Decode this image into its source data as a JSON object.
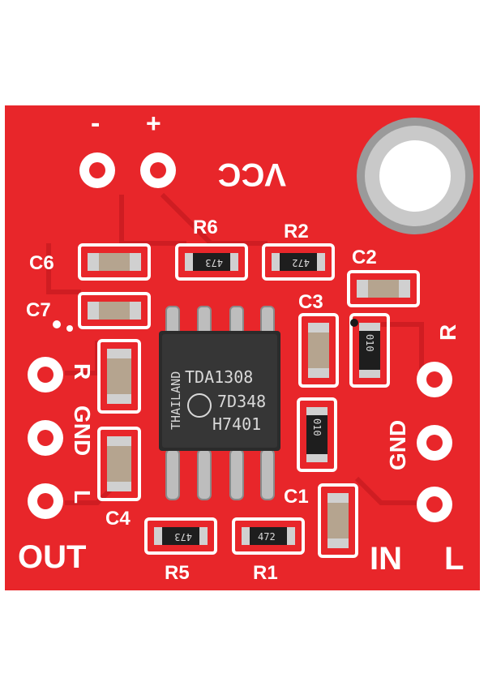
{
  "board": {
    "colors": {
      "pcb": "#e8262a",
      "silkscreen": "#ffffff",
      "chip": "#2b2b2b",
      "pads": "#c8c8c8"
    },
    "labels": {
      "minus": "-",
      "plus": "+",
      "vcc": "VCC",
      "out": "OUT",
      "in": "IN",
      "left_r": "R",
      "left_gnd": "GND",
      "left_l": "L",
      "right_r": "R",
      "right_gnd": "GND",
      "right_l": "L"
    },
    "components": {
      "r6": "R6",
      "r2": "R2",
      "r5": "R5",
      "r1": "R1",
      "c6": "C6",
      "c7": "C7",
      "c2": "C2",
      "c3": "C3",
      "c4": "C4",
      "c1": "C1"
    },
    "resistor_codes": {
      "r6": "473",
      "r2": "472",
      "r5": "473",
      "r1": "472"
    },
    "cap_codes": {
      "c3_side": "010",
      "c1_side": "010"
    },
    "chip": {
      "side": "THAILAND",
      "line1": "TDA1308",
      "line2": "7D348",
      "line3": "H7401"
    }
  }
}
